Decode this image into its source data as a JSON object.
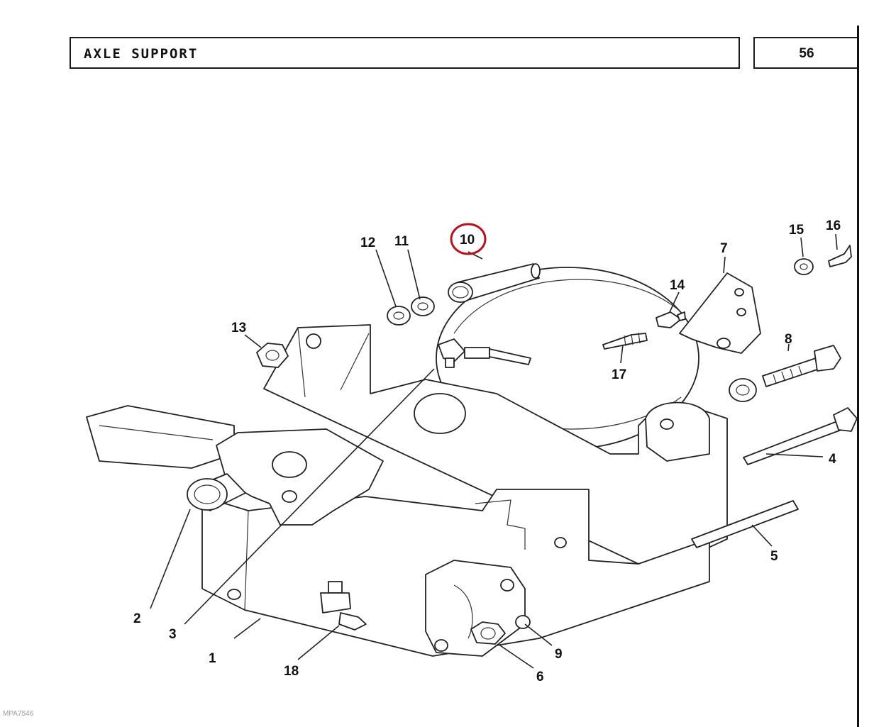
{
  "header": {
    "title": "AXLE SUPPORT",
    "page_number": "56"
  },
  "watermark": "MPA7546",
  "highlight_color": "#b0161e",
  "callouts": [
    {
      "id": "c1",
      "label": "1"
    },
    {
      "id": "c2",
      "label": "2"
    },
    {
      "id": "c3",
      "label": "3"
    },
    {
      "id": "c4",
      "label": "4"
    },
    {
      "id": "c5",
      "label": "5"
    },
    {
      "id": "c6",
      "label": "6"
    },
    {
      "id": "c7",
      "label": "7"
    },
    {
      "id": "c8",
      "label": "8"
    },
    {
      "id": "c9",
      "label": "9"
    },
    {
      "id": "c10",
      "label": "10",
      "highlighted": true
    },
    {
      "id": "c11",
      "label": "11"
    },
    {
      "id": "c12",
      "label": "12"
    },
    {
      "id": "c13",
      "label": "13"
    },
    {
      "id": "c14",
      "label": "14"
    },
    {
      "id": "c15",
      "label": "15"
    },
    {
      "id": "c16",
      "label": "16"
    },
    {
      "id": "c17",
      "label": "17"
    },
    {
      "id": "c18",
      "label": "18"
    }
  ]
}
